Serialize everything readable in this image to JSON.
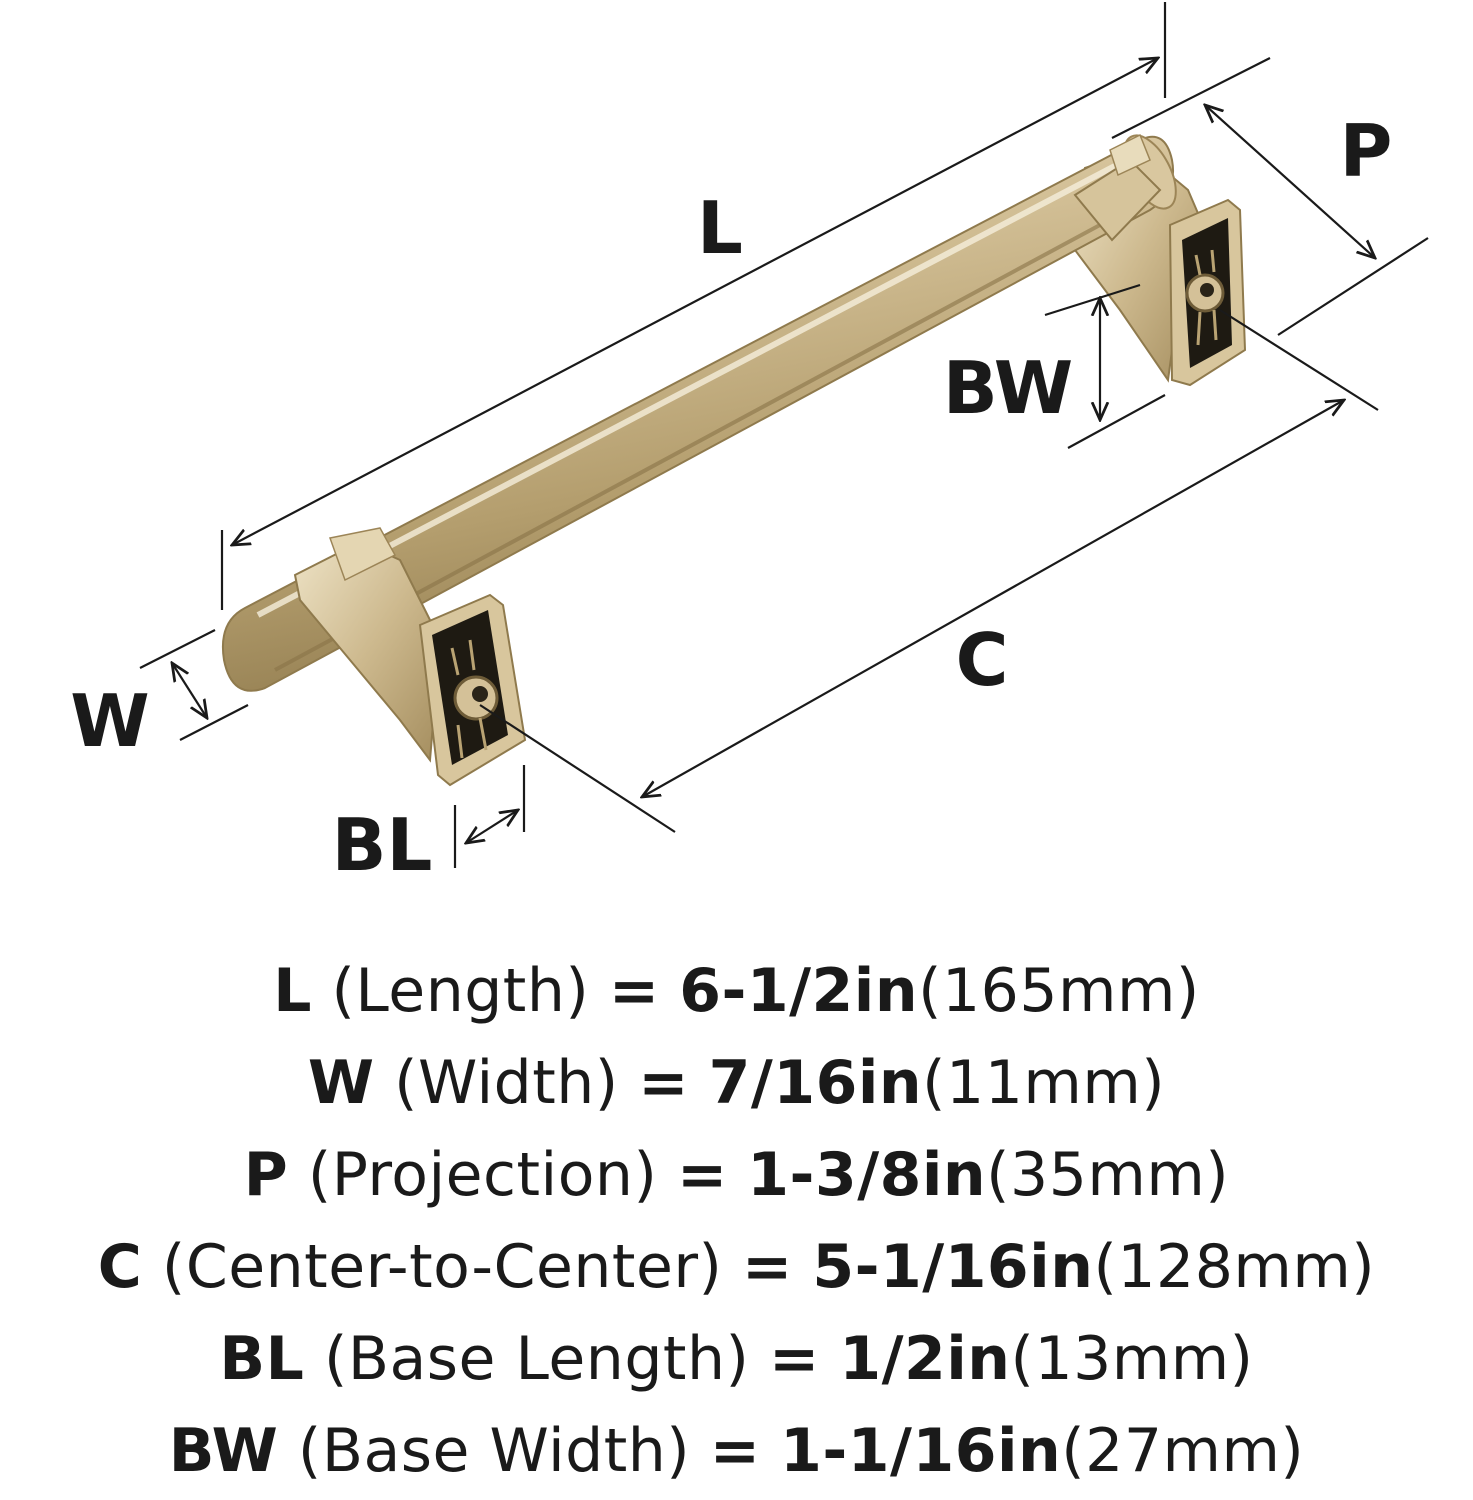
{
  "diagram": {
    "labels": {
      "L": "L",
      "P": "P",
      "BW": "BW",
      "W": "W",
      "C": "C",
      "BL": "BL"
    },
    "colors": {
      "finish": "#c9b48a",
      "finish_dark": "#9c8557",
      "finish_light": "#e8dcc0",
      "line": "#1a1a1a"
    }
  },
  "specs": [
    {
      "code": "L",
      "name": "(Length)",
      "eq": "=",
      "imperial": "6-1/2in",
      "metric": "(165mm)"
    },
    {
      "code": "W",
      "name": "(Width)",
      "eq": "=",
      "imperial": "7/16in",
      "metric": "(11mm)"
    },
    {
      "code": "P",
      "name": "(Projection)",
      "eq": "=",
      "imperial": "1-3/8in",
      "metric": "(35mm)"
    },
    {
      "code": "C",
      "name": "(Center-to-Center)",
      "eq": "=",
      "imperial": "5-1/16in",
      "metric": "(128mm)"
    },
    {
      "code": "BL",
      "name": "(Base Length)",
      "eq": "=",
      "imperial": "1/2in",
      "metric": "(13mm)"
    },
    {
      "code": "BW",
      "name": "(Base Width)",
      "eq": "=",
      "imperial": "1-1/16in",
      "metric": "(27mm)"
    }
  ]
}
